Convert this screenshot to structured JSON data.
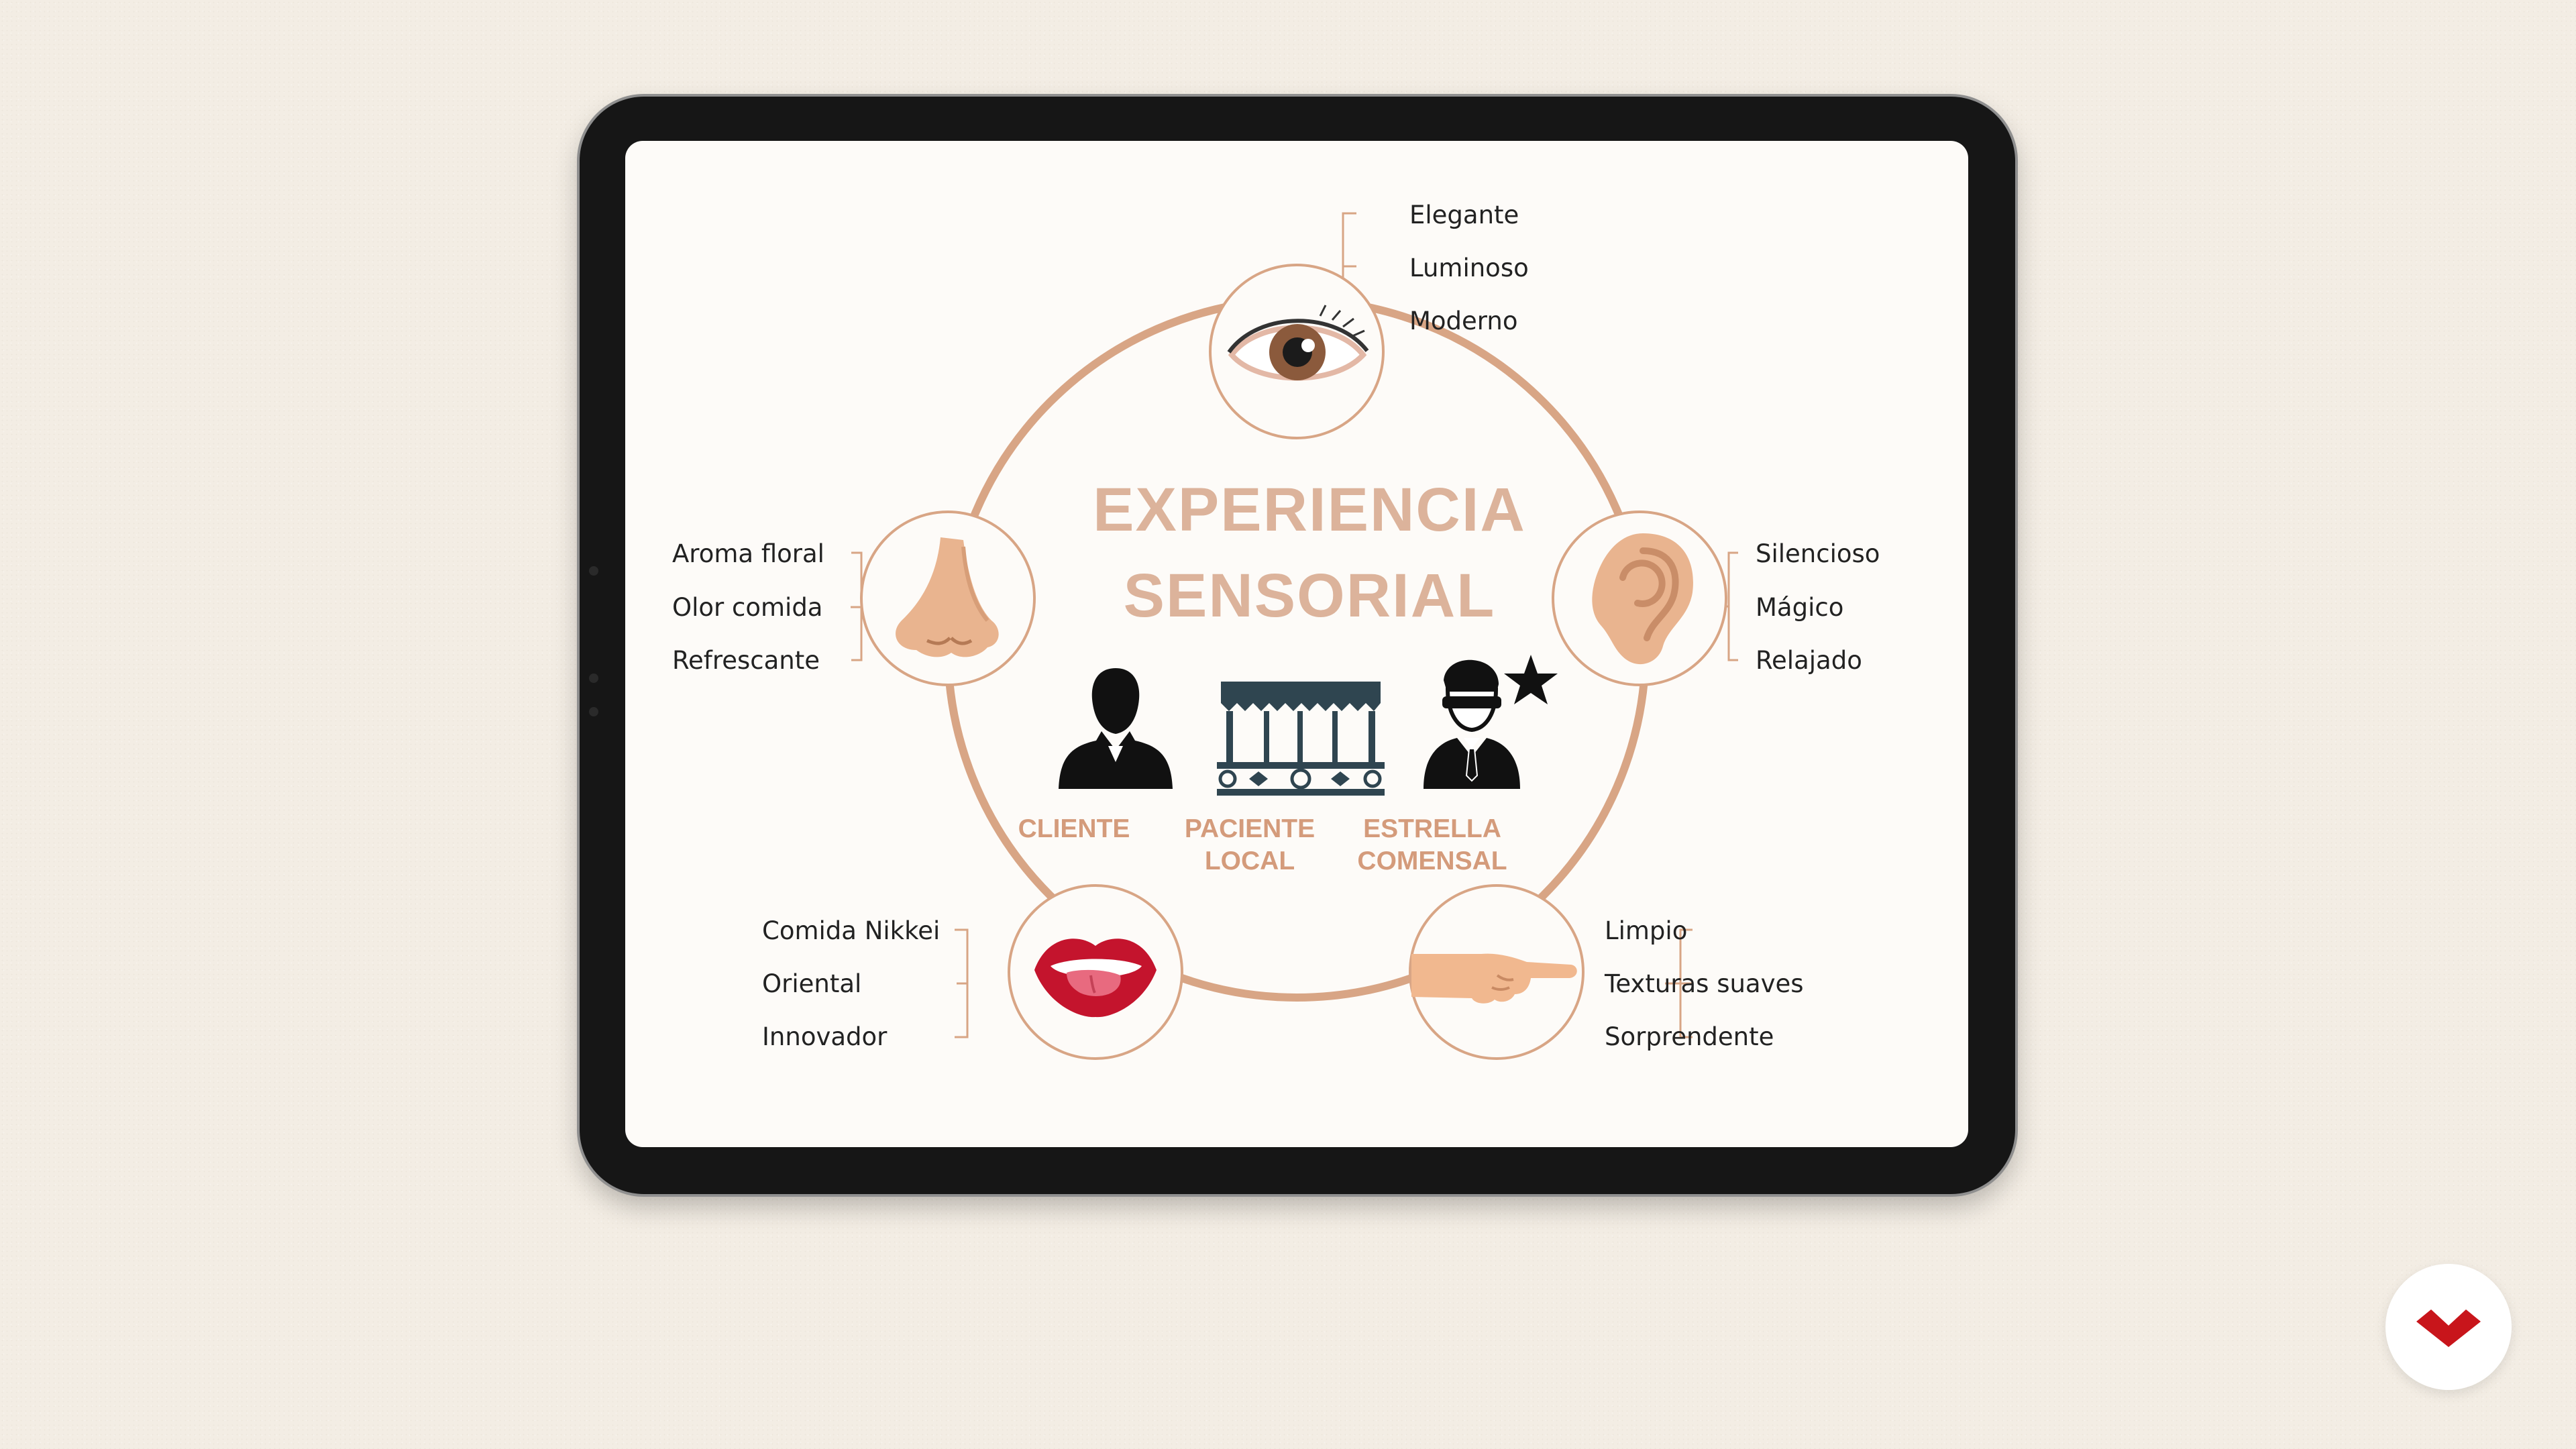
{
  "title": {
    "line1": "EXPERIENCIA",
    "line2": "SENSORIAL"
  },
  "roles": {
    "client": "CLIENTE",
    "local_line1": "PACIENTE",
    "local_line2": "LOCAL",
    "star_line1": "ESTRELLA",
    "star_line2": "COMENSAL"
  },
  "senses": {
    "sight": [
      "Elegante",
      "Luminoso",
      "Moderno"
    ],
    "smell": [
      "Aroma floral",
      "Olor comida",
      "Refrescante"
    ],
    "hearing": [
      "Silencioso",
      "Mágico",
      "Relajado"
    ],
    "taste": [
      "Comida Nikkei",
      "Oriental",
      "Innovador"
    ],
    "touch": [
      "Limpio",
      "Texturas suaves",
      "Sorprendente"
    ]
  },
  "icons": {
    "sight": "eye-icon",
    "smell": "nose-icon",
    "hearing": "ear-icon",
    "taste": "mouth-icon",
    "touch": "pointing-hand-icon",
    "client": "person-silhouette-icon",
    "local": "restaurant-storefront-icon",
    "star": "star-diner-icon",
    "brand": "brand-logo-icon"
  },
  "colors": {
    "accent": "#d8a585",
    "title": "#dcb39b",
    "labels": "#d49b7b",
    "brand": "#c8151b",
    "storefront": "#2f4550"
  }
}
